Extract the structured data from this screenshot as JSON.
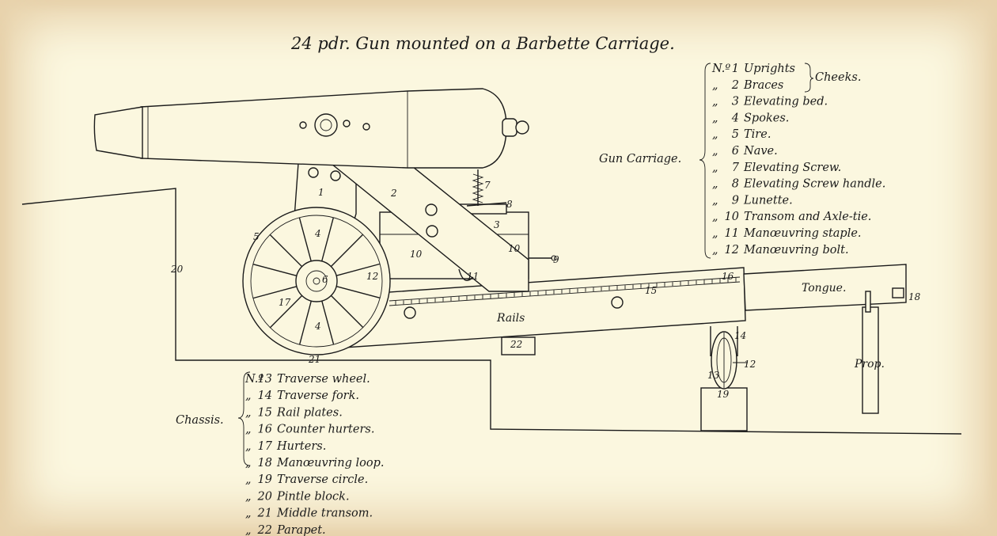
{
  "title": "24 pdr. Gun mounted on a Barbette Carriage.",
  "legend_carriage": {
    "group_label": "Gun Carriage.",
    "cheeks_label": "Cheeks.",
    "items": [
      {
        "prefix": "N.º",
        "number": "1",
        "label": "Uprights"
      },
      {
        "prefix": "„",
        "number": "2",
        "label": "Braces"
      },
      {
        "prefix": "„",
        "number": "3",
        "label": "Elevating bed."
      },
      {
        "prefix": "„",
        "number": "4",
        "label": "Spokes."
      },
      {
        "prefix": "„",
        "number": "5",
        "label": "Tire."
      },
      {
        "prefix": "„",
        "number": "6",
        "label": "Nave."
      },
      {
        "prefix": "„",
        "number": "7",
        "label": "Elevating Screw."
      },
      {
        "prefix": "„",
        "number": "8",
        "label": "Elevating Screw handle."
      },
      {
        "prefix": "„",
        "number": "9",
        "label": "Lunette."
      },
      {
        "prefix": "„",
        "number": "10",
        "label": "Transom and Axle-tie."
      },
      {
        "prefix": "„",
        "number": "11",
        "label": "Manœuvring staple."
      },
      {
        "prefix": "„",
        "number": "12",
        "label": "Manœuvring bolt."
      }
    ]
  },
  "legend_chassis": {
    "group_label": "Chassis.",
    "items": [
      {
        "prefix": "N.º",
        "number": "13",
        "label": "Traverse wheel."
      },
      {
        "prefix": "„",
        "number": "14",
        "label": "Traverse fork."
      },
      {
        "prefix": "„",
        "number": "15",
        "label": "Rail plates."
      },
      {
        "prefix": "„",
        "number": "16",
        "label": "Counter hurters."
      },
      {
        "prefix": "„",
        "number": "17",
        "label": "Hurters."
      },
      {
        "prefix": "„",
        "number": "18",
        "label": "Manœuvring loop."
      },
      {
        "prefix": "„",
        "number": "19",
        "label": "Traverse circle."
      },
      {
        "prefix": "„",
        "number": "20",
        "label": "Pintle block."
      },
      {
        "prefix": "„",
        "number": "21",
        "label": "Middle transom."
      },
      {
        "prefix": "„",
        "number": "22",
        "label": "Parapet."
      }
    ]
  },
  "part_labels": {
    "rails": "Rails",
    "tongue": "Tongue.",
    "prop": "Prop."
  },
  "callouts": [
    "1",
    "2",
    "3",
    "4",
    "4",
    "5",
    "6",
    "7",
    "8",
    "10",
    "10",
    "9",
    "11",
    "12",
    "17",
    "4",
    "20",
    "21",
    "22",
    "15",
    "16",
    "14",
    "12",
    "13",
    "19",
    "18"
  ],
  "colors": {
    "ink": "#1b1b1b",
    "paper": "#fbf7df",
    "border": "#e9d7b6"
  }
}
